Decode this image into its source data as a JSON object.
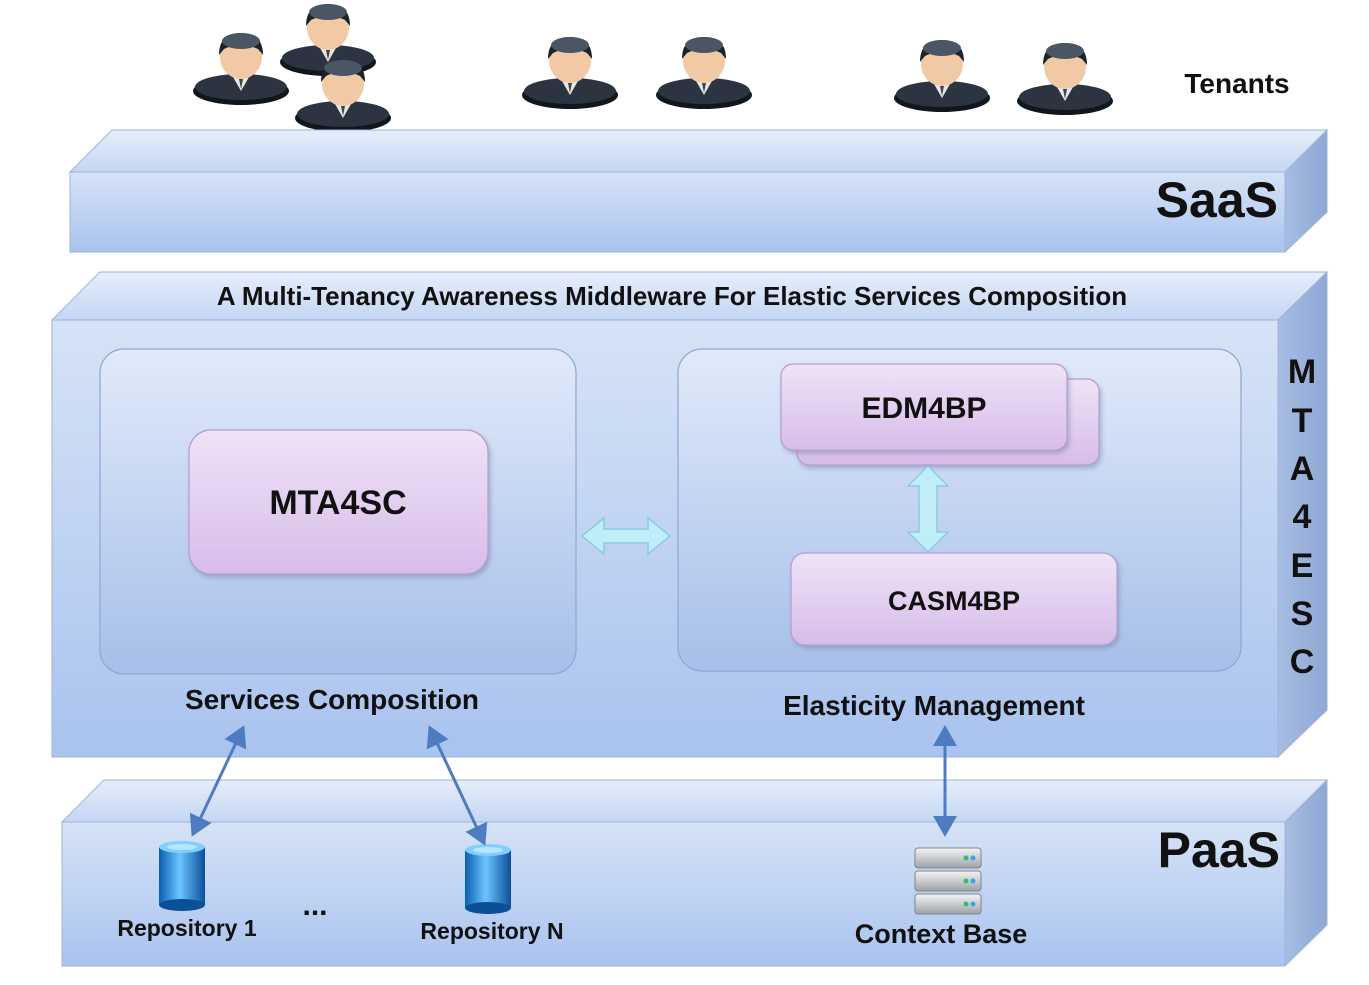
{
  "tenants": {
    "label": "Tenants",
    "count": 7,
    "icon": "user-icon"
  },
  "saas": {
    "label": "SaaS"
  },
  "middleware": {
    "title": "A Multi-Tenancy Awareness Middleware For Elastic Services Composition",
    "side_label": [
      "M",
      "T",
      "A",
      "4",
      "E",
      "S",
      "C"
    ],
    "services_composition": {
      "label": "Services Composition",
      "component": "MTA4SC"
    },
    "elasticity_management": {
      "label": "Elasticity Management",
      "components": [
        "EDM4BP",
        "CASM4BP"
      ]
    }
  },
  "paas": {
    "label": "PaaS",
    "repositories": [
      "Repository 1",
      "Repository N"
    ],
    "ellipsis": "...",
    "context_base": "Context Base"
  },
  "colors": {
    "layer_top": "#ccdcf3",
    "layer_bottom": "#a9c2ec",
    "component_fill": "#dcc3ec",
    "arrow": "#4f7cc0",
    "double_arrow": "#bfeef8"
  }
}
